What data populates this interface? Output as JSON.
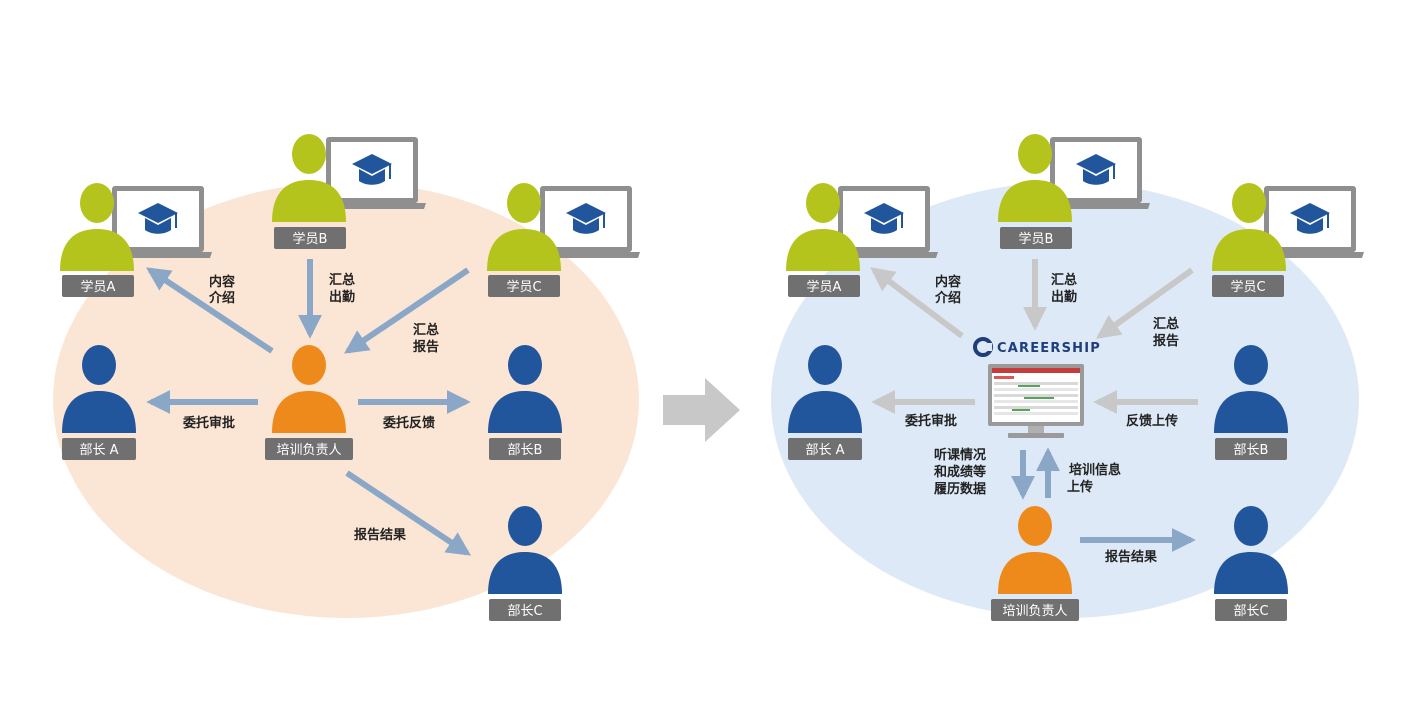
{
  "colors": {
    "left_bg": "#fbe6d5",
    "right_bg": "#dde9f6",
    "student": "#b4c41d",
    "manager": "#21559c",
    "trainer": "#ee8a1c",
    "tag_bg": "#707070",
    "arrow_blue": "#8aa7c7",
    "arrow_gray": "#c8c8c8",
    "laptop": "#8f8f8f",
    "cap": "#21559c"
  },
  "left": {
    "nodes": {
      "student_a": "学员A",
      "student_b": "学员B",
      "student_c": "学员C",
      "manager_a": "部长 A",
      "manager_b": "部长B",
      "manager_c": "部长C",
      "trainer": "培训负责人"
    },
    "arrows": {
      "intro": [
        "内容",
        "介绍"
      ],
      "attendance": [
        "汇总",
        "出勤"
      ],
      "report": [
        "汇总",
        "报告"
      ],
      "delegate_approve": "委托审批",
      "delegate_feedback": "委托反馈",
      "report_result": "报告结果"
    }
  },
  "transition_arrow": "right-arrow-icon",
  "right": {
    "nodes": {
      "student_a": "学员A",
      "student_b": "学员B",
      "student_c": "学员C",
      "manager_a": "部长 A",
      "manager_b": "部长B",
      "manager_c": "部长C",
      "trainer": "培训负责人"
    },
    "system_name": "CAREERSHIP",
    "arrows": {
      "intro": [
        "内容",
        "介绍"
      ],
      "attendance": [
        "汇总",
        "出勤"
      ],
      "report": [
        "汇总",
        "报告"
      ],
      "delegate_approve": "委托审批",
      "feedback_upload": "反馈上传",
      "history_data": [
        "听课情况",
        "和成绩等",
        "履历数据"
      ],
      "training_upload": [
        "培训信息",
        "上传"
      ],
      "report_result": "报告结果"
    }
  }
}
